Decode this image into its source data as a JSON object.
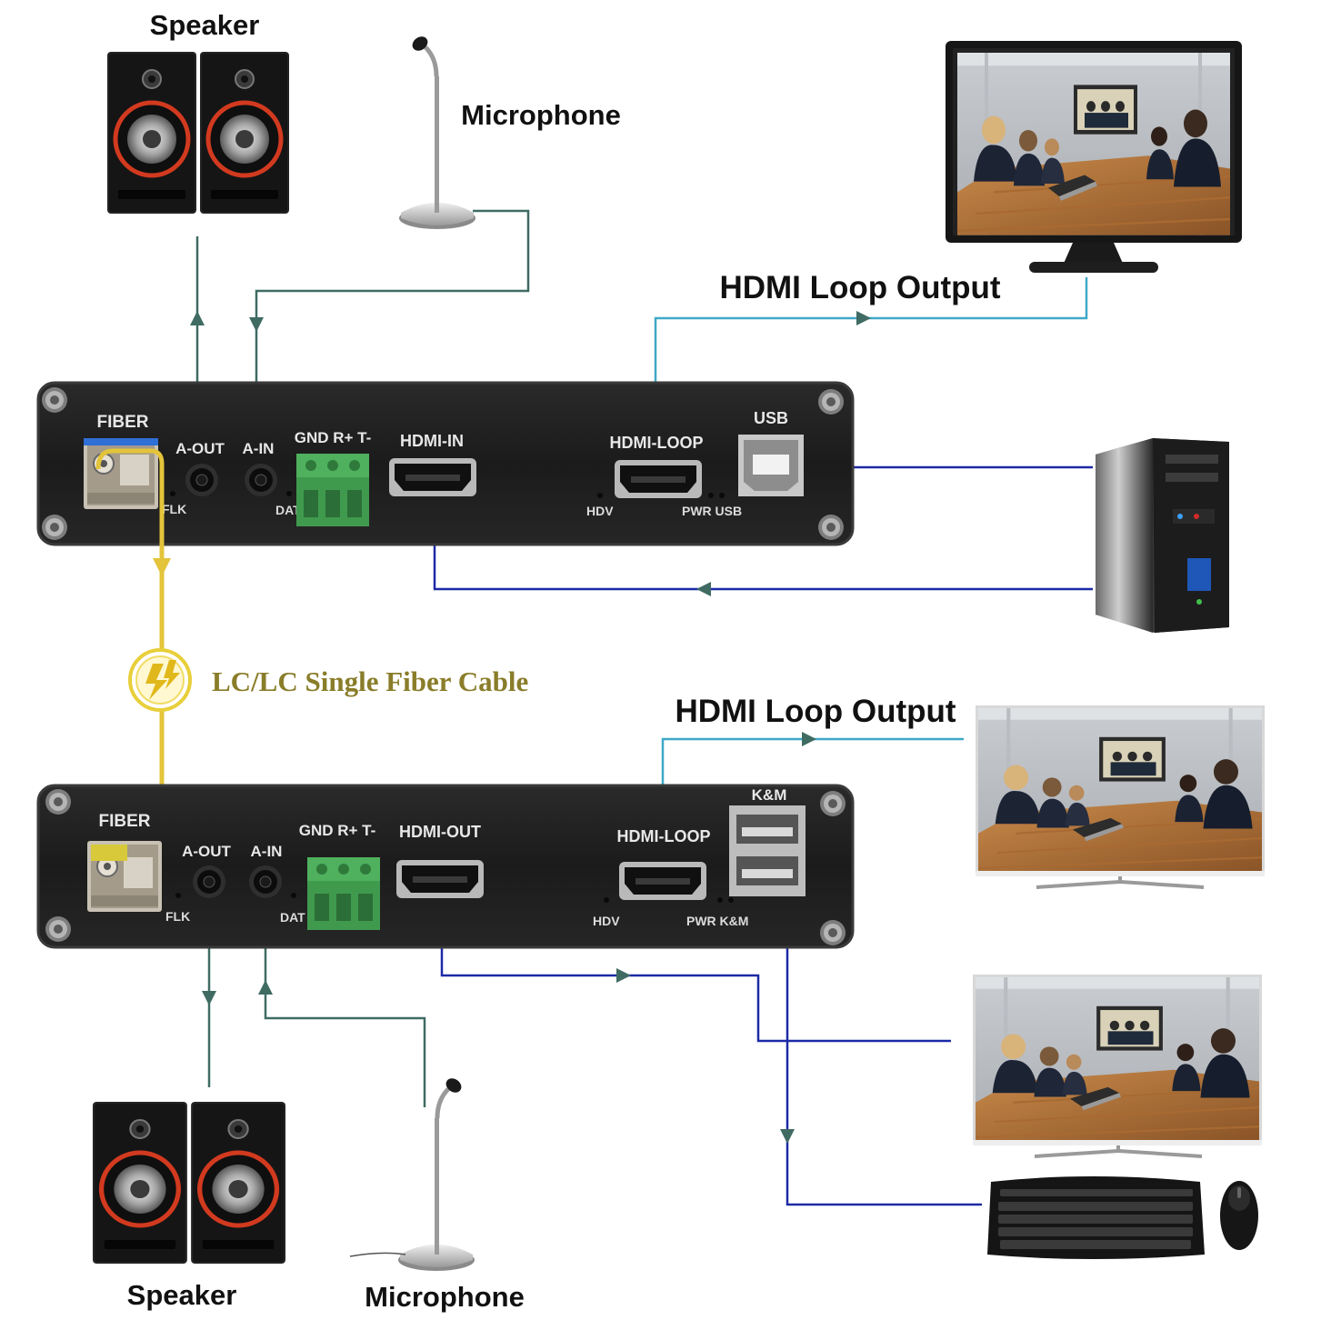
{
  "labels": {
    "speaker_top": "Speaker",
    "microphone_top": "Microphone",
    "hdmi_loop_top": "HDMI Loop Output",
    "hdmi_loop_bottom": "HDMI Loop Output",
    "fiber_cable": "LC/LC Single Fiber Cable",
    "speaker_bottom": "Speaker",
    "microphone_bottom": "Microphone"
  },
  "transmitter": {
    "fiber": "FIBER",
    "a_out": "A-OUT",
    "a_in": "A-IN",
    "terminal": "GND  R+  T-",
    "hdmi_in": "HDMI-IN",
    "hdmi_loop": "HDMI-LOOP",
    "usb": "USB",
    "led_flk": "FLK",
    "led_dat": "DAT",
    "led_hdv": "HDV",
    "led_pwr_usb": "PWR USB"
  },
  "receiver": {
    "fiber": "FIBER",
    "a_out": "A-OUT",
    "a_in": "A-IN",
    "terminal": "GND  R+  T-",
    "hdmi_out": "HDMI-OUT",
    "hdmi_loop": "HDMI-LOOP",
    "km": "K&M",
    "led_flk": "FLK",
    "led_dat": "DAT",
    "led_hdv": "HDV",
    "led_pwr_km": "PWR K&M"
  },
  "colors": {
    "audio_line": "#3f6b63",
    "hdmi_loop_line": "#3fa8c8",
    "signal_line": "#1d2aa6",
    "fiber_line": "#e3c43a",
    "fiber_text": "#8a7d2a",
    "panel": "#1e1e1e"
  },
  "icons": {
    "speaker": "speaker-icon",
    "microphone": "microphone-icon",
    "monitor": "monitor-icon",
    "pc": "pc-tower-icon",
    "keyboard": "keyboard-icon",
    "mouse": "mouse-icon",
    "fiber": "fiber-lightning-icon"
  }
}
